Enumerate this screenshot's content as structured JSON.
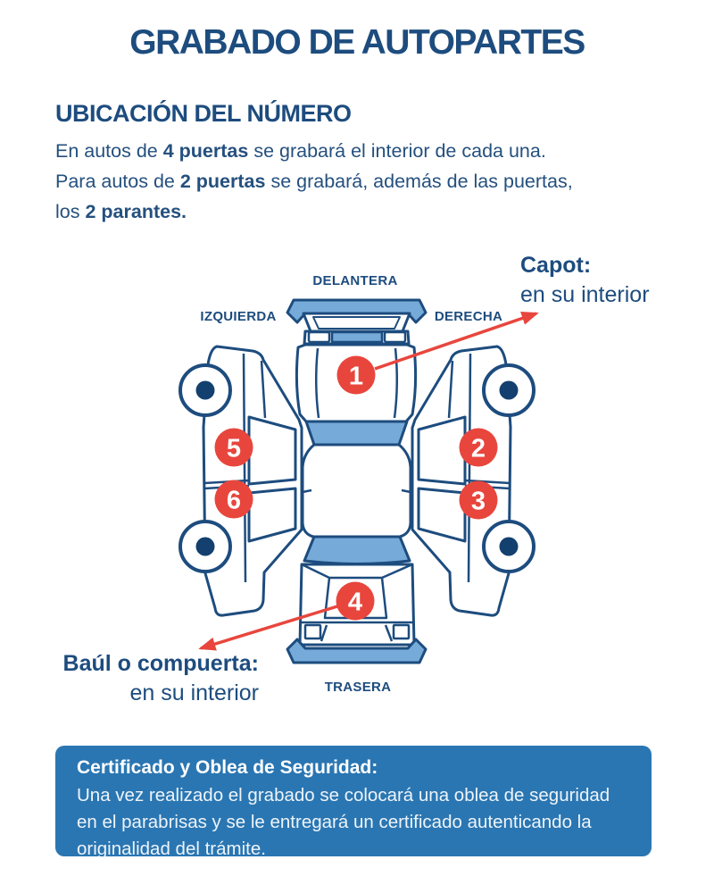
{
  "page": {
    "title": "GRABADO DE AUTOPARTES"
  },
  "section": {
    "heading": "UBICACIÓN DEL NÚMERO"
  },
  "intro": {
    "l1a": "En autos de ",
    "l1b": "4 puertas",
    "l1c": " se grabará el interior de cada una.",
    "l2a": "Para autos de ",
    "l2b": "2 puertas",
    "l2c": " se grabará, además de las puertas,",
    "l3a": "los ",
    "l3b": "2 parantes."
  },
  "diagram": {
    "labels": {
      "front": "DELANTERA",
      "left": "IZQUIERDA",
      "right": "DERECHA",
      "rear": "TRASERA"
    },
    "markers": {
      "m1": "1",
      "m2": "2",
      "m3": "3",
      "m4": "4",
      "m5": "5",
      "m6": "6"
    },
    "annotations": {
      "capot_title": "Capot:",
      "capot_sub": "en su interior",
      "baul_title": "Baúl o compuerta:",
      "baul_sub": "en su interior"
    }
  },
  "info_box": {
    "title": "Certificado y Oblea de Seguridad:",
    "lines": [
      "Una vez realizado el grabado se colocará una oblea de seguridad",
      "en el parabrisas y se le entregará un certificado autenticando la",
      "originalidad del trámite."
    ]
  },
  "colors": {
    "navy": "#1d4c7e",
    "light_blue": "#76aad8",
    "red": "#e8463d",
    "box_blue": "#2a76b2"
  }
}
